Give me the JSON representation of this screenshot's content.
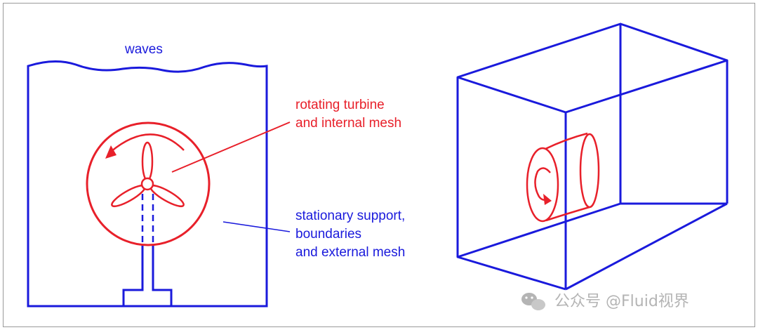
{
  "colors": {
    "blue": "#1a1adc",
    "red": "#e8202a",
    "frame": "#9a9a9a",
    "watermark": "#b4b4b4"
  },
  "labels": {
    "waves": "waves",
    "rotating_line1": "rotating turbine",
    "rotating_line2": "and internal mesh",
    "stationary_line1": "stationary support,",
    "stationary_line2": "boundaries",
    "stationary_line3": "and external mesh"
  },
  "watermark": {
    "text": "公众号 @Fluid视界",
    "icon": "wechat-icon"
  }
}
